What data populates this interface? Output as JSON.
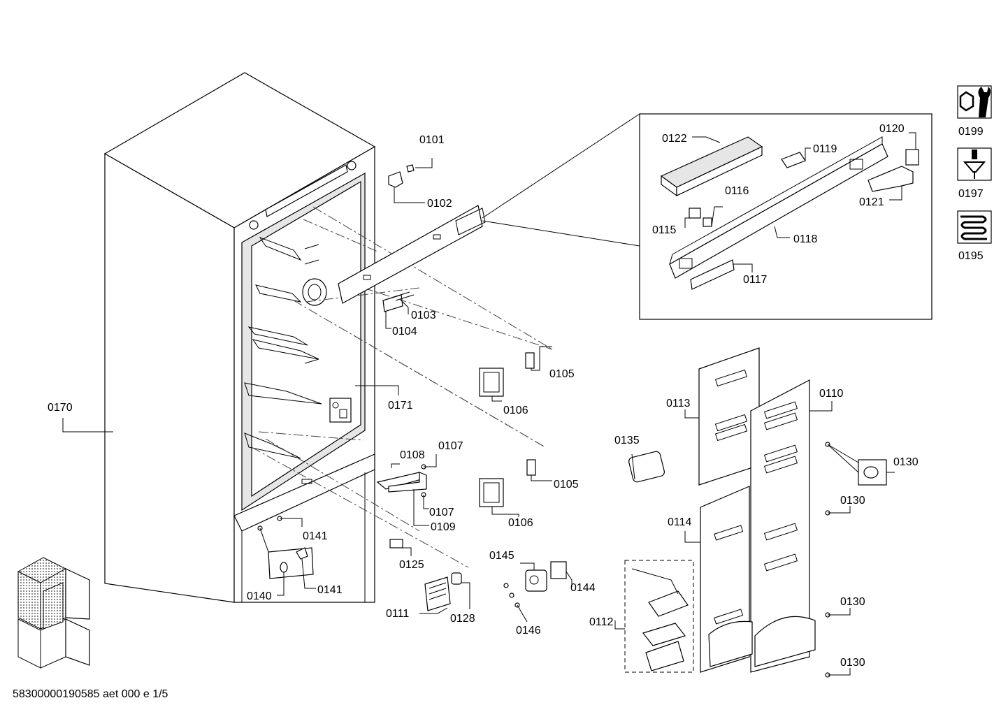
{
  "footer": "58300000190585 aet 000 e 1/5",
  "labels": {
    "p0101": "0101",
    "p0102": "0102",
    "p0103": "0103",
    "p0104": "0104",
    "p0105a": "0105",
    "p0105b": "0105",
    "p0106a": "0106",
    "p0106b": "0106",
    "p0107a": "0107",
    "p0107b": "0107",
    "p0108": "0108",
    "p0109": "0109",
    "p0110": "0110",
    "p0111": "0111",
    "p0112": "0112",
    "p0113": "0113",
    "p0114": "0114",
    "p0115": "0115",
    "p0116": "0116",
    "p0117": "0117",
    "p0118": "0118",
    "p0119": "0119",
    "p0120": "0120",
    "p0121": "0121",
    "p0122": "0122",
    "p0125": "0125",
    "p0128": "0128",
    "p0130a": "0130",
    "p0130b": "0130",
    "p0130c": "0130",
    "p0130d": "0130",
    "p0135": "0135",
    "p0140": "0140",
    "p0141a": "0141",
    "p0141b": "0141",
    "p0144": "0144",
    "p0145": "0145",
    "p0146": "0146",
    "p0170": "0170",
    "p0171": "0171",
    "p0195": "0195",
    "p0197": "0197",
    "p0199": "0199"
  },
  "icons": {
    "service": "wrench-nut-icon",
    "screwdriver": "screwdriver-icon",
    "heater": "heating-coil-icon"
  }
}
